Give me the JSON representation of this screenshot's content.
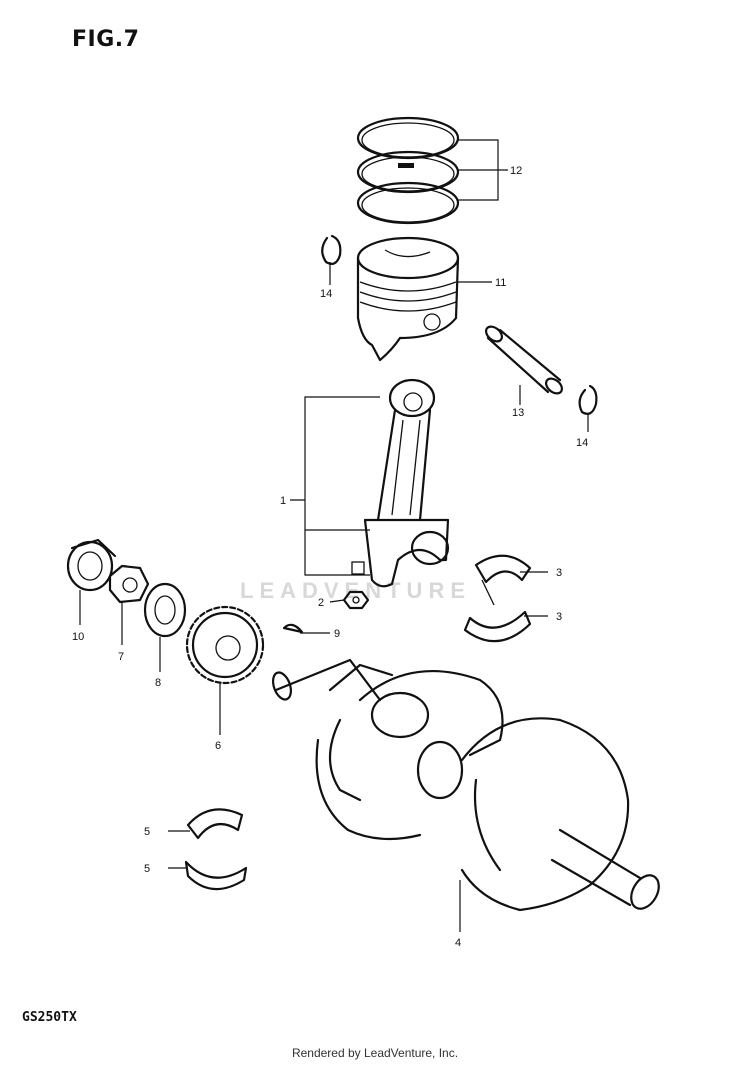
{
  "figure": {
    "title": "FIG.7",
    "model": "GS250TX"
  },
  "footer": {
    "credit": "Rendered by LeadVenture, Inc."
  },
  "watermark": {
    "text": "LEADVENTURE"
  },
  "callouts": {
    "c1": "1",
    "c2": "2",
    "c3a": "3",
    "c3b": "3",
    "c4": "4",
    "c5a": "5",
    "c5b": "5",
    "c6": "6",
    "c7": "7",
    "c8": "8",
    "c9": "9",
    "c10": "10",
    "c11": "11",
    "c12": "12",
    "c13": "13",
    "c14a": "14",
    "c14b": "14"
  }
}
